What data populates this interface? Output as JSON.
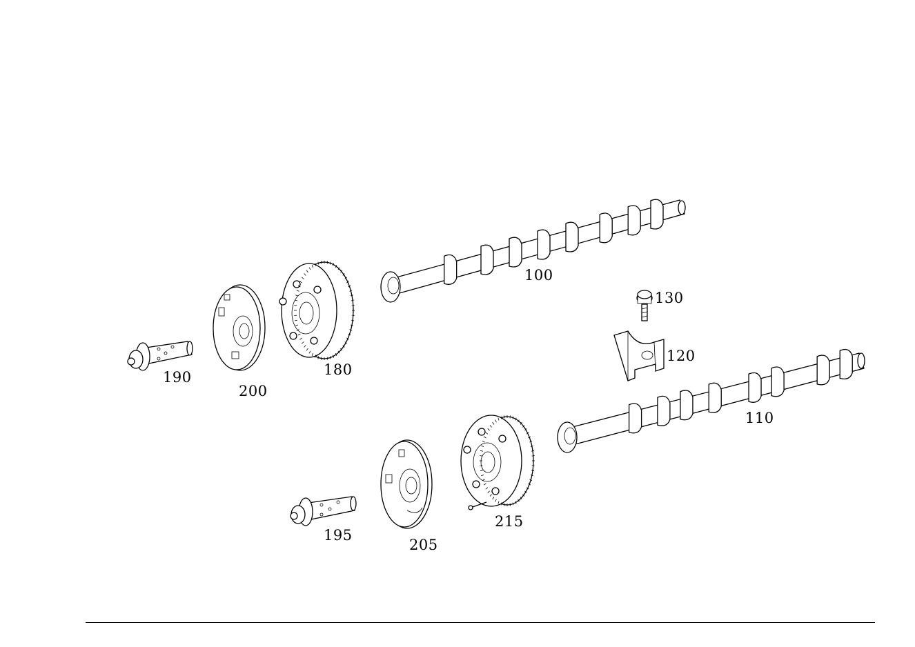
{
  "diagram": {
    "parts": [
      {
        "id": "camshaft-100",
        "label": "100"
      },
      {
        "id": "camshaft-110",
        "label": "110"
      },
      {
        "id": "bearing-cap-120",
        "label": "120"
      },
      {
        "id": "bolt-130",
        "label": "130"
      },
      {
        "id": "adjuster-gear-180",
        "label": "180"
      },
      {
        "id": "control-valve-190",
        "label": "190"
      },
      {
        "id": "control-valve-195",
        "label": "195"
      },
      {
        "id": "cover-plate-200",
        "label": "200"
      },
      {
        "id": "cover-plate-205",
        "label": "205"
      },
      {
        "id": "adjuster-gear-215",
        "label": "215"
      }
    ]
  }
}
